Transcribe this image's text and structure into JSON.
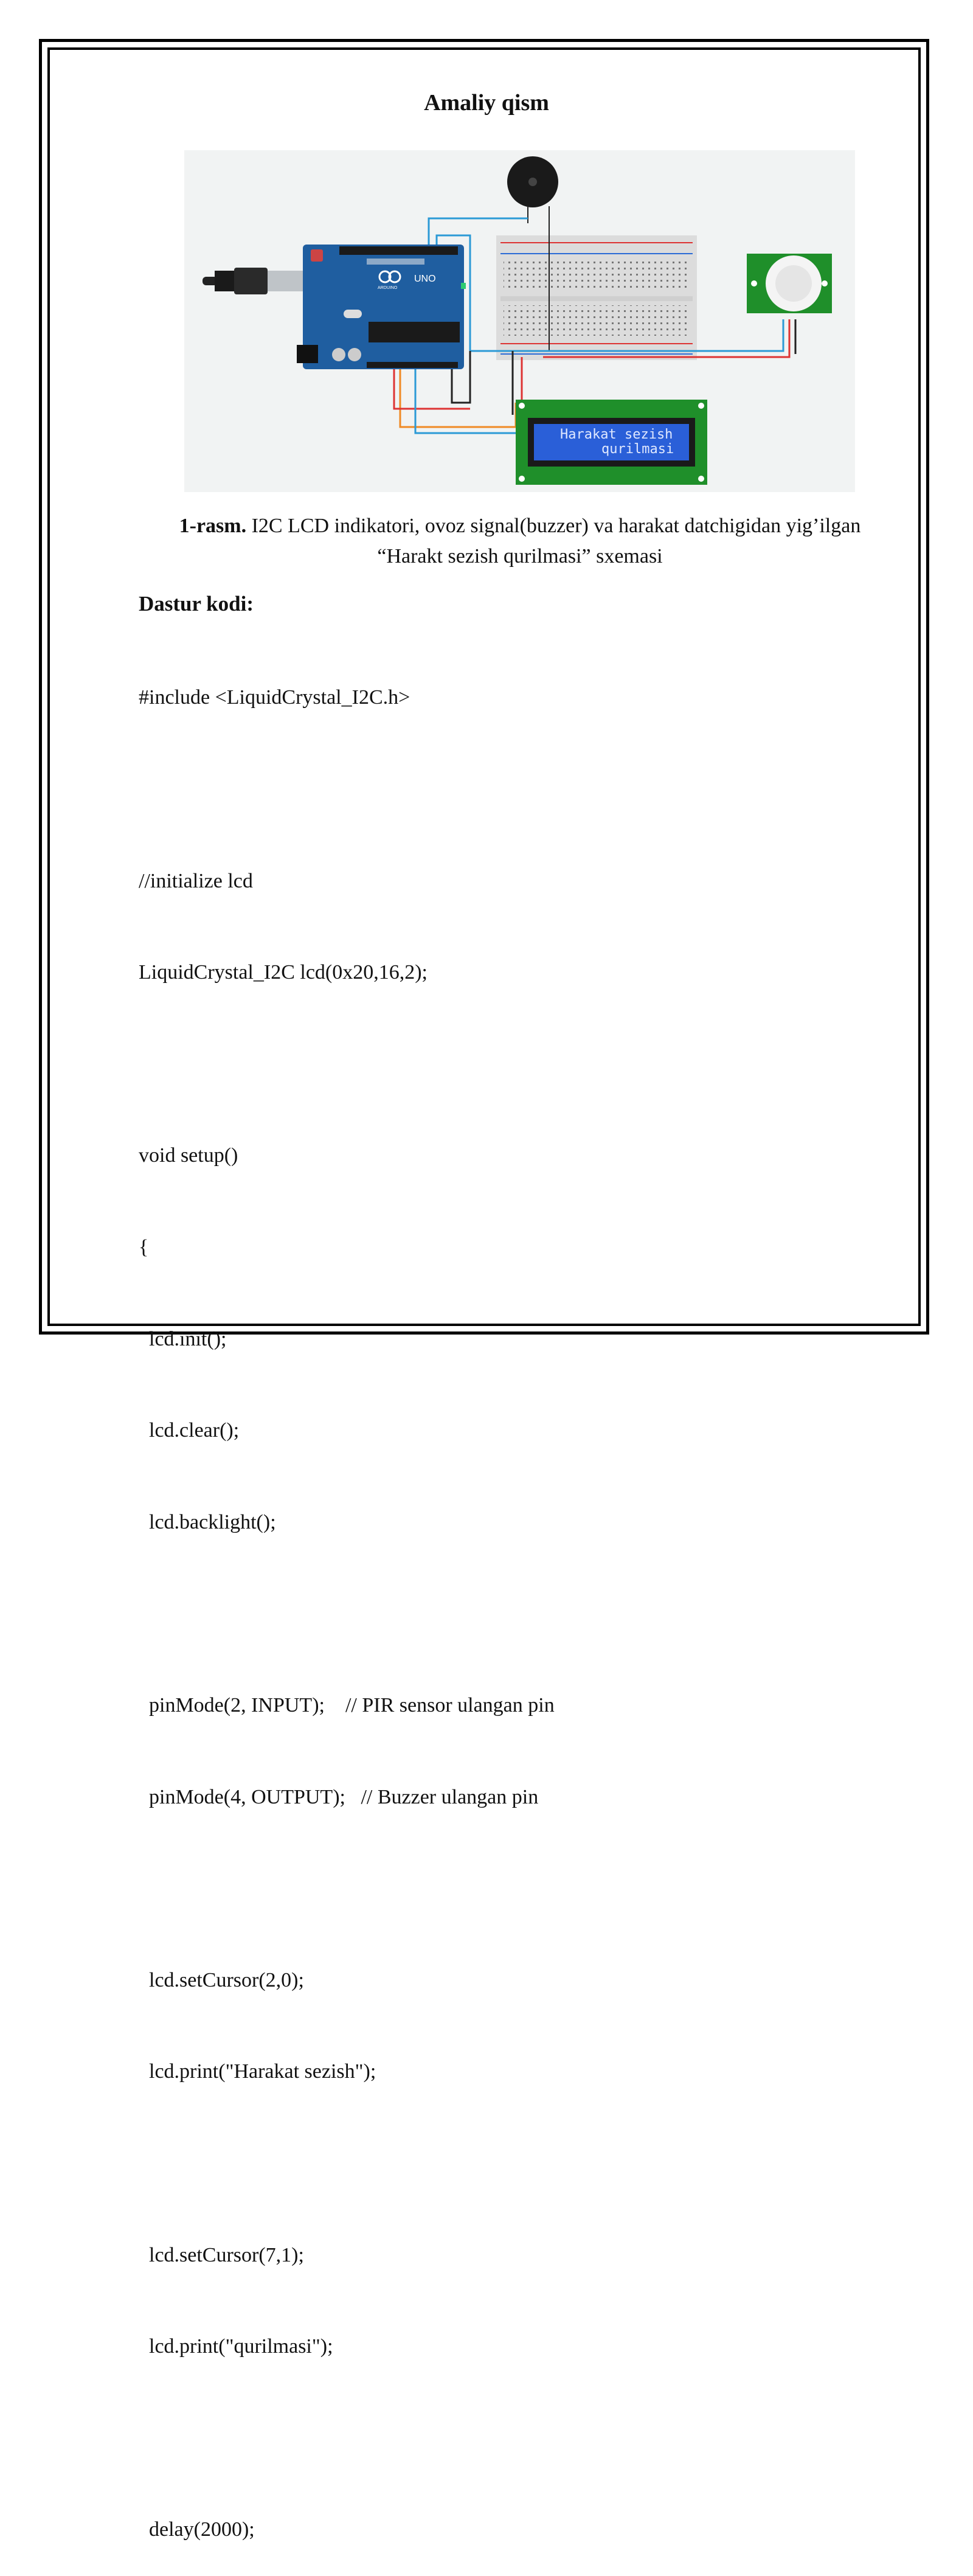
{
  "title": "Amaliy qism",
  "figure": {
    "lcd_line1": "Harakat sezish",
    "lcd_line2": "qurilmasi",
    "board_label": "UNO",
    "brand_label": "ARDUINO"
  },
  "caption": {
    "label": "1-rasm.",
    "text": " I2C LCD indikatori, ovoz signal(buzzer) va harakat datchigidan yig’ilgan",
    "line2": "“Harakt sezish qurilmasi” sxemasi"
  },
  "code_heading": "Dastur kodi:",
  "code_lines": [
    "#include <LiquidCrystal_I2C.h>",
    "",
    "//initialize lcd",
    "LiquidCrystal_I2C lcd(0x20,16,2);",
    "",
    "void setup()",
    "{",
    "  lcd.init();",
    "  lcd.clear();",
    "  lcd.backlight();",
    "",
    "  pinMode(2, INPUT);    // PIR sensor ulangan pin",
    "  pinMode(4, OUTPUT);   // Buzzer ulangan pin",
    "",
    "  lcd.setCursor(2,0);",
    "  lcd.print(\"Harakat sezish\");",
    "",
    "  lcd.setCursor(7,1);",
    "  lcd.print(\"qurilmasi\");",
    "",
    "  delay(2000);"
  ]
}
